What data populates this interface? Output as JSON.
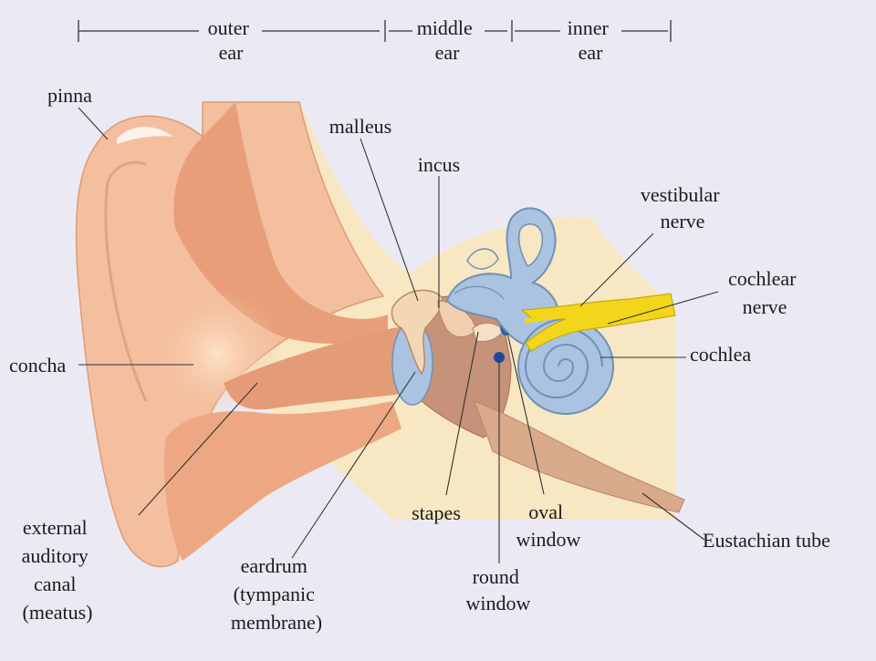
{
  "regions": {
    "outer": [
      "outer",
      "ear"
    ],
    "middle": [
      "middle",
      "ear"
    ],
    "inner": [
      "inner",
      "ear"
    ]
  },
  "labels": {
    "pinna": [
      "pinna"
    ],
    "concha": [
      "concha"
    ],
    "external_canal": [
      "external",
      "auditory",
      "canal",
      "(meatus)"
    ],
    "eardrum": [
      "eardrum",
      "(tympanic",
      "membrane)"
    ],
    "malleus": [
      "malleus"
    ],
    "incus": [
      "incus"
    ],
    "stapes": [
      "stapes"
    ],
    "round_window": [
      "round",
      "window"
    ],
    "oval_window": [
      "oval",
      "window"
    ],
    "vestibular_nerve": [
      "vestibular",
      "nerve"
    ],
    "cochlear_nerve": [
      "cochlear",
      "nerve"
    ],
    "cochlea": [
      "cochlea"
    ],
    "eustachian_tube": [
      "Eustachian tube"
    ]
  },
  "colors": {
    "background": "#ebeaf4",
    "skin": "#f4bf9e",
    "skin_dark": "#e79c76",
    "bone": "#f7e7c2",
    "labyrinth": "#a9c3e0",
    "nerve": "#f3d51b",
    "tube": "#d2a07f"
  }
}
